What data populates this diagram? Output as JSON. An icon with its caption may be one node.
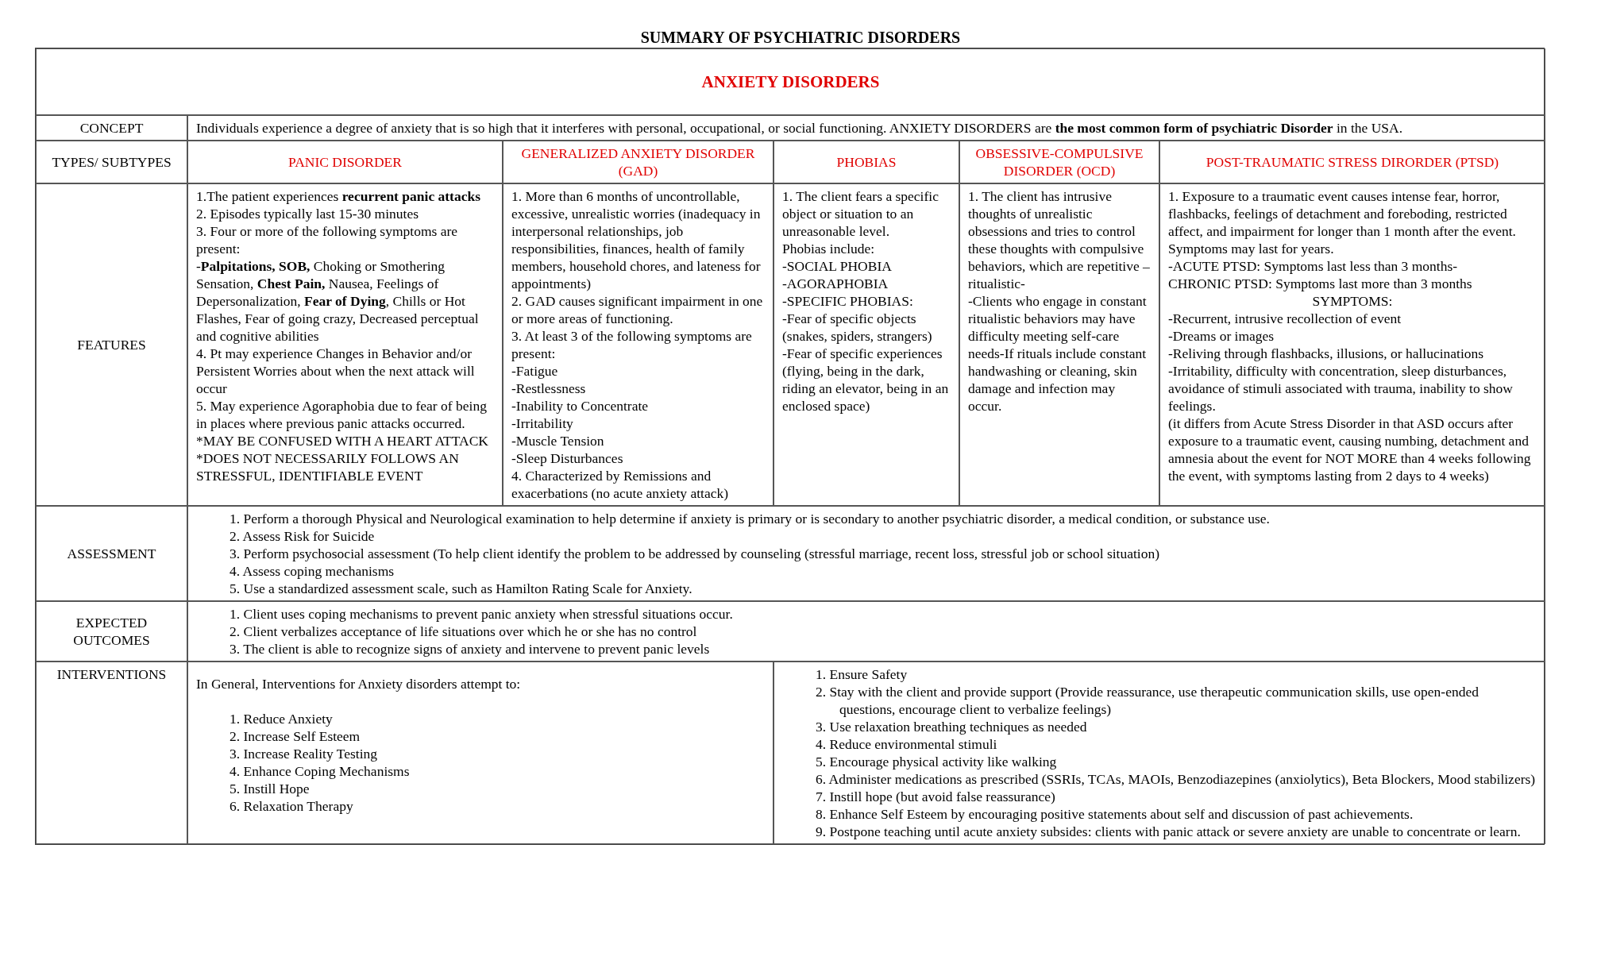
{
  "diagram": {
    "title": "SUMMARY OF PSYCHIATRIC DISORDERS",
    "labels": [
      "ANXIETY DISORDERS",
      "CONCEPT",
      "Individuals experience a degree of anxiety that is so high that it interferes with personal, occupational, or social functioning. ANXIETY DISORDERS are **the most common form of psychiatric Disorder** in the USA.",
      "TYPES/ SUBTYPES",
      "PANIC DISORDER",
      "GENERALIZED ANXIETY DISORDER (GAD)",
      "PHOBIAS",
      "OBSESSIVE-COMPULSIVE DISORDER (OCD)",
      "POST-TRAUMATIC STRESS DIRORDER (PTSD)",
      "FEATURES",
      "1.The patient experiences **recurrent panic attacks**",
      "2. Episodes typically last 15-30 minutes",
      "3. Four or more of the following symptoms are present:",
      "-**Palpitations, SOB,** Choking or Smothering Sensation, **Chest Pain,** Nausea, Feelings of Depersonalization, **Fear of Dying**, Chills or Hot Flashes, Fear of going crazy, Decreased perceptual and cognitive abilities",
      "4. Pt may experience Changes in Behavior and/or Persistent Worries about when the next attack will occur",
      "5. May experience Agoraphobia due to fear of being in places where previous panic attacks occurred.",
      "*MAY BE CONFUSED WITH A HEART ATTACK",
      "*DOES NOT NECESSARILY FOLLOWS AN STRESSFUL, IDENTIFIABLE EVENT",
      "1. More than 6 months of uncontrollable, excessive, unrealistic worries (inadequacy in interpersonal relationships, job responsibilities, finances, health of family members, household chores, and lateness for appointments)",
      "2. GAD causes significant impairment in one or more areas of functioning.",
      "3. At least 3 of the following symptoms are present:",
      "-Fatigue",
      "-Restlessness",
      "-Inability to Concentrate",
      "-Irritability",
      "-Muscle Tension",
      "-Sleep Disturbances",
      "4. Characterized by Remissions and exacerbations (no acute anxiety attack)",
      "1. The client fears a specific object or situation to an unreasonable level.",
      "Phobias include:",
      "-SOCIAL PHOBIA",
      "-AGORAPHOBIA",
      "-SPECIFIC PHOBIAS:",
      "-Fear of specific objects (snakes, spiders, strangers)",
      "-Fear of specific experiences (flying, being in the dark, riding an elevator, being in an enclosed space)",
      "1. The client has intrusive thoughts of unrealistic obsessions and tries to control these thoughts with compulsive behaviors, which are repetitive – ritualistic-",
      "-Clients who engage in constant ritualistic behaviors may have difficulty meeting self-care needs-If rituals include constant handwashing or cleaning, skin damage and infection may occur.",
      "1. Exposure to a traumatic event causes intense fear, horror, flashbacks, feelings of detachment and foreboding, restricted affect, and impairment for longer than 1 month after the event. Symptoms may last for years.",
      "-ACUTE PTSD: Symptoms last less than 3 months-",
      "CHRONIC PTSD: Symptoms last more than 3 months",
      "SYMPTOMS:",
      "-Recurrent, intrusive recollection of event",
      "-Dreams or images",
      "-Reliving through flashbacks, illusions, or hallucinations",
      "-Irritability, difficulty with concentration, sleep disturbances, avoidance of stimuli associated with trauma, inability to show feelings.",
      "(it differs from Acute Stress Disorder in that ASD occurs after exposure to a traumatic event, causing numbing, detachment and amnesia about the event for NOT MORE than 4 weeks following the event, with symptoms lasting from 2 days to 4 weeks)",
      "ASSESSMENT",
      "1. Perform a thorough Physical and Neurological examination to help determine if anxiety is primary or is secondary to another psychiatric disorder, a medical condition, or substance use.",
      "2. Assess Risk for Suicide",
      "3. Perform psychosocial assessment (To help client identify the problem to be addressed by counseling (stressful marriage, recent loss, stressful job or school situation)",
      "4. Assess coping mechanisms",
      "5. Use a standardized assessment scale, such as Hamilton Rating Scale for Anxiety.",
      "EXPECTED OUTCOMES",
      "1. Client uses coping mechanisms to prevent panic anxiety when stressful situations occur.",
      "2. Client verbalizes acceptance of life situations over which he or she has no control",
      "3. The client is able to recognize signs of anxiety and intervene to prevent panic levels",
      "INTERVENTIONS",
      "In General, Interventions for Anxiety disorders attempt to:",
      "1. Reduce Anxiety",
      "2. Increase Self Esteem",
      "3. Increase Reality Testing",
      "4. Enhance Coping Mechanisms",
      "5. Instill Hope",
      "6. Relaxation Therapy",
      "1. Ensure Safety",
      "2. Stay with the client and provide support (Provide reassurance, use therapeutic communication skills, use open-ended questions, encourage client to verbalize feelings)",
      "3. Use relaxation breathing techniques as needed",
      "4. Reduce environmental stimuli",
      "5. Encourage physical activity like walking",
      "6. Administer medications as prescribed (SSRIs, TCAs, MAOIs, Benzodiazepines (anxiolytics), Beta Blockers, Mood stabilizers)",
      "7. Instill hope (but avoid false reassurance)",
      "8. Enhance Self Esteem by encouraging positive statements about self and discussion of past achievements.",
      "9. Postpone teaching until acute anxiety subsides: clients with panic attack or severe anxiety are unable to concentrate or learn."
    ]
  }
}
